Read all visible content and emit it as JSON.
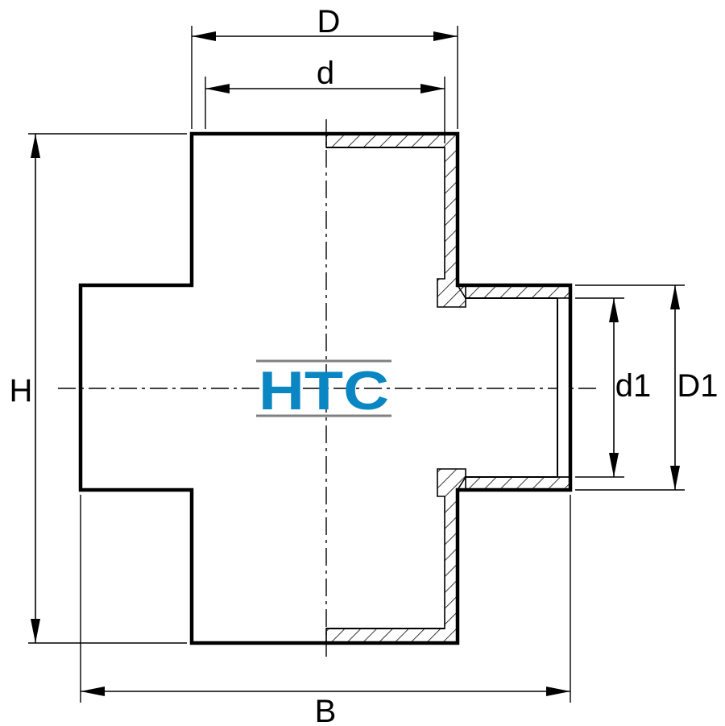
{
  "logo": {
    "text": "HTC",
    "color": "#0a86c2",
    "rule_color": "#808080"
  },
  "dimensions": {
    "D": "D",
    "d": "d",
    "H": "H",
    "B": "B",
    "d1": "d1",
    "D1": "D1"
  },
  "colors": {
    "line": "#000000",
    "background": "#ffffff"
  }
}
